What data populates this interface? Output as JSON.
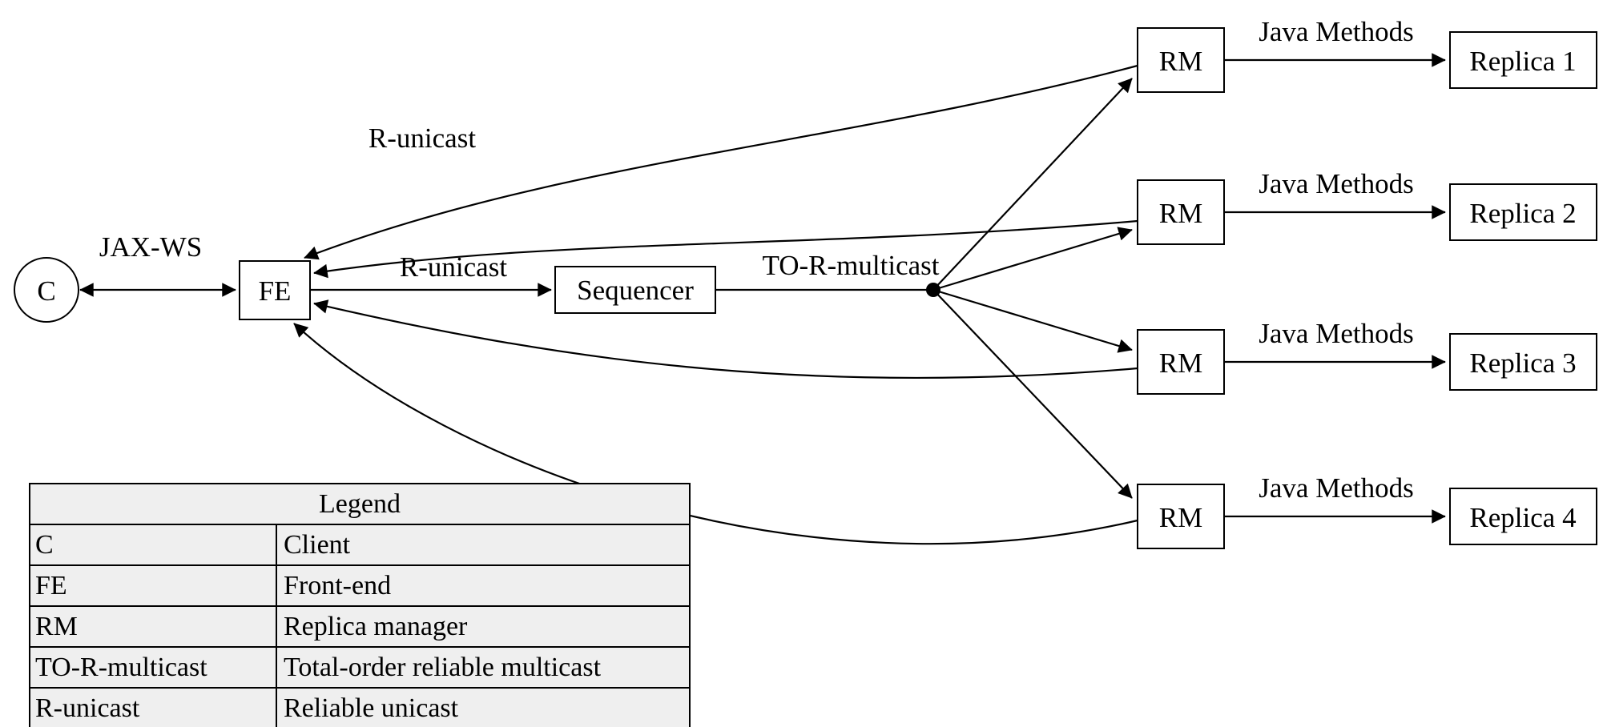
{
  "diagram": {
    "nodes": {
      "client": {
        "label": "C"
      },
      "fe": {
        "label": "FE"
      },
      "sequencer": {
        "label": "Sequencer"
      },
      "rm1": {
        "label": "RM"
      },
      "rm2": {
        "label": "RM"
      },
      "rm3": {
        "label": "RM"
      },
      "rm4": {
        "label": "RM"
      },
      "replica1": {
        "label": "Replica 1"
      },
      "replica2": {
        "label": "Replica 2"
      },
      "replica3": {
        "label": "Replica 3"
      },
      "replica4": {
        "label": "Replica 4"
      }
    },
    "edges": [
      {
        "id": "client-fe",
        "label": "JAX-WS",
        "bidirectional": true
      },
      {
        "id": "fe-sequencer",
        "label": "R-unicast"
      },
      {
        "id": "sequencer-multicast-point",
        "label": "TO-R-multicast"
      },
      {
        "id": "rm-to-fe-return",
        "label": "R-unicast"
      },
      {
        "id": "rm1-replica1",
        "label": "Java Methods"
      },
      {
        "id": "rm2-replica2",
        "label": "Java Methods"
      },
      {
        "id": "rm3-replica3",
        "label": "Java Methods"
      },
      {
        "id": "rm4-replica4",
        "label": "Java Methods"
      }
    ]
  },
  "legend": {
    "title": "Legend",
    "rows": [
      {
        "term": "C",
        "definition": "Client"
      },
      {
        "term": "FE",
        "definition": "Front-end"
      },
      {
        "term": "RM",
        "definition": "Replica manager"
      },
      {
        "term": "TO-R-multicast",
        "definition": "Total-order reliable multicast"
      },
      {
        "term": "R-unicast",
        "definition": "Reliable unicast"
      }
    ]
  },
  "colors": {
    "background": "#ffffff",
    "line": "#000000",
    "legend_background": "#efefef"
  }
}
